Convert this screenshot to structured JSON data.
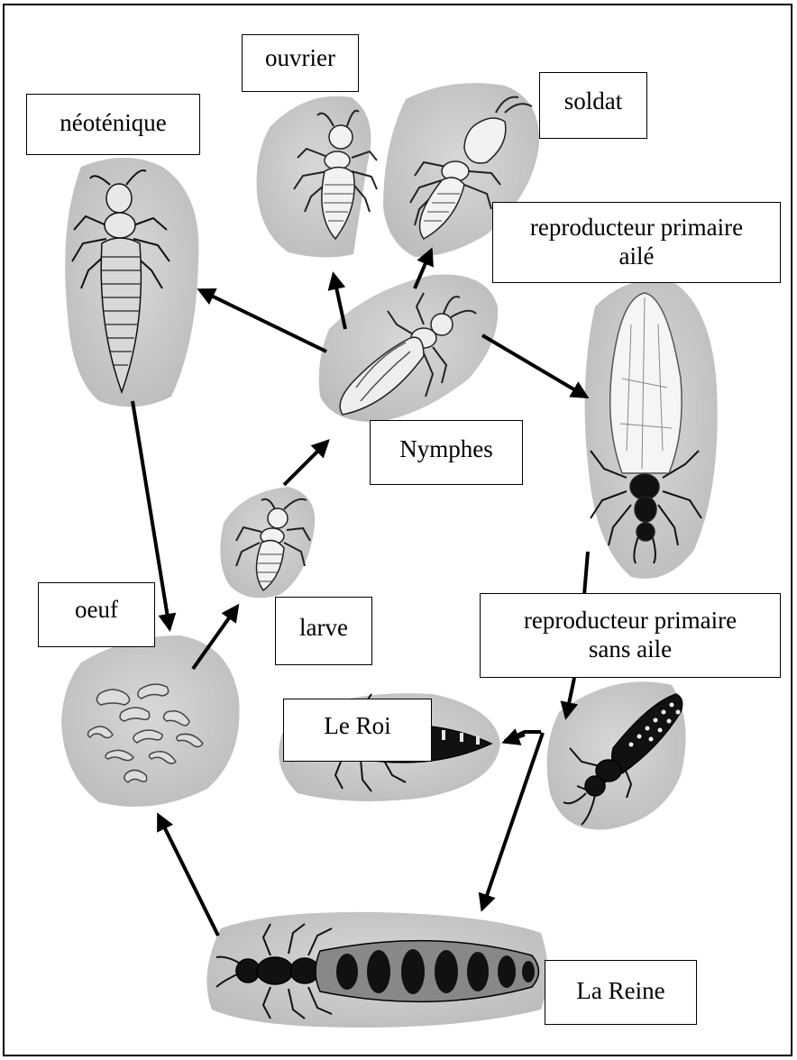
{
  "labels": {
    "ouvrier": "ouvrier",
    "soldat": "soldat",
    "neotenique": "néoténique",
    "repro_aile_line1": "reproducteur primaire",
    "repro_aile_line2": "ailé",
    "nymphes": "Nymphes",
    "oeuf": "oeuf",
    "larve": "larve",
    "repro_sans_line1": "reproducteur primaire",
    "repro_sans_line2": "sans aile",
    "roi": "Le Roi",
    "reine": "La Reine"
  },
  "colors": {
    "blob": "#c9c9c9",
    "blob_dark": "#b3b3b3",
    "insect_light": "#f2f2f2",
    "insect_dark": "#111111",
    "arrow": "#000000"
  }
}
